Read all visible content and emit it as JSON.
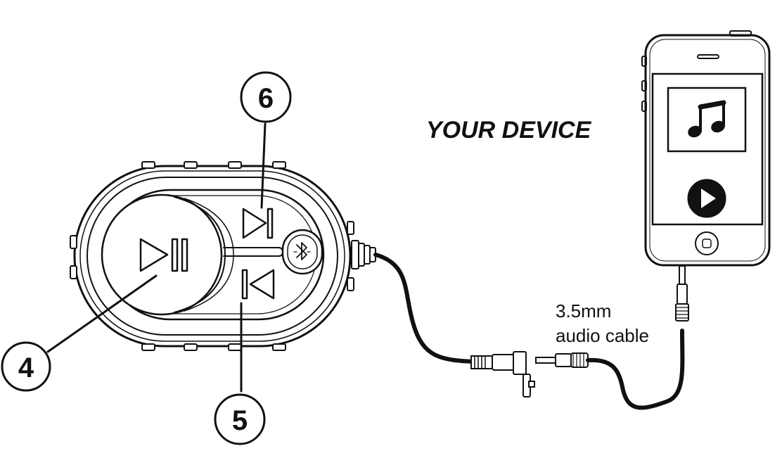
{
  "callouts": {
    "play_pause": "4",
    "previous": "5",
    "next": "6"
  },
  "labels": {
    "device": "YOUR DEVICE",
    "cable_line1": "3.5mm",
    "cable_line2": "audio cable"
  },
  "icons": {
    "play_pause": "play-pause-icon",
    "next": "next-track-icon",
    "previous": "previous-track-icon",
    "bluetooth": "bluetooth-icon",
    "music_note": "music-note-icon",
    "play": "play-icon"
  },
  "colors": {
    "ink": "#111111",
    "background": "#ffffff"
  }
}
